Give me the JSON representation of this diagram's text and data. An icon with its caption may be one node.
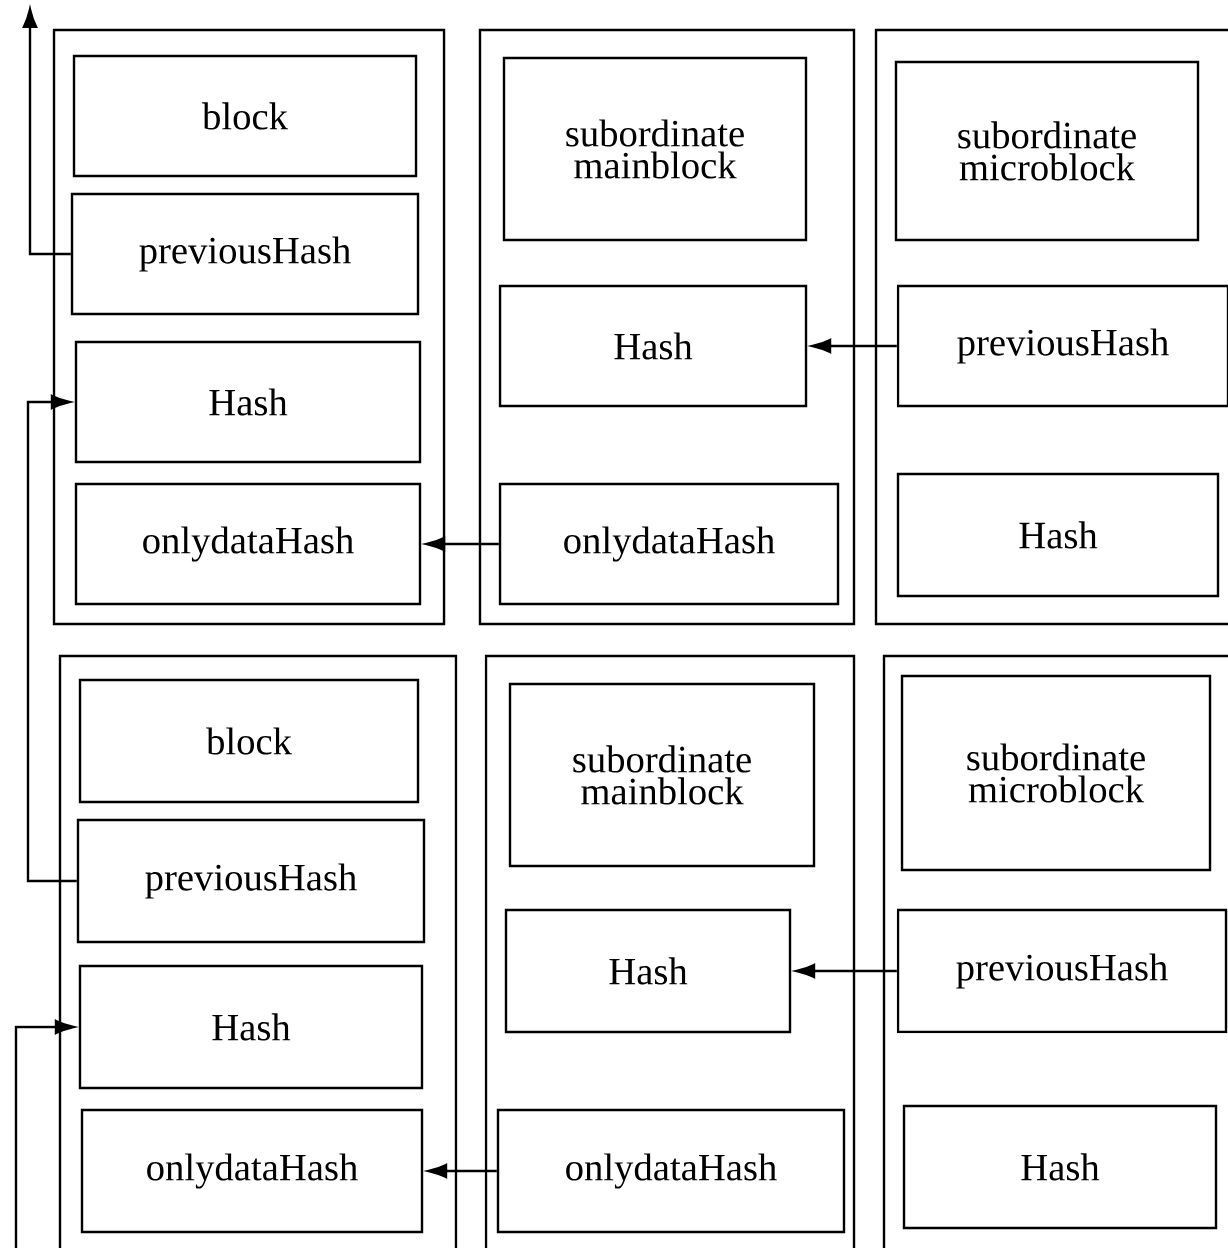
{
  "diagram": {
    "nodes": [
      {
        "text": [],
        "shape": "box"
      },
      {
        "text": [
          "block"
        ],
        "in": 0
      },
      {
        "text": [
          "previousHash"
        ],
        "in": 0
      },
      {
        "text": [
          "Hash"
        ],
        "in": 0
      },
      {
        "text": [
          "onlydataHash"
        ],
        "in": 0
      },
      {
        "text": [],
        "shape": "box"
      },
      {
        "text": [
          "subordinate mainblock"
        ],
        "in": 5
      },
      {
        "text": [
          "Hash"
        ],
        "in": 5
      },
      {
        "text": [
          "onlydataHash"
        ],
        "in": 5
      },
      {
        "text": [],
        "shape": "box"
      },
      {
        "text": [
          "subordinate microblock"
        ],
        "in": 9
      },
      {
        "text": [
          "previousHash"
        ],
        "in": 9
      },
      {
        "text": [
          "Hash"
        ],
        "in": 9
      },
      {
        "text": [],
        "shape": "box"
      },
      {
        "text": [
          "block"
        ],
        "in": 13
      },
      {
        "text": [
          "previousHash"
        ],
        "in": 13
      },
      {
        "text": [
          "Hash"
        ],
        "in": 13
      },
      {
        "text": [
          "onlydataHash"
        ],
        "in": 13
      },
      {
        "text": [],
        "shape": "box"
      },
      {
        "text": [
          "subordinate mainblock"
        ],
        "in": 18
      },
      {
        "text": [
          "Hash"
        ],
        "in": 18
      },
      {
        "text": [
          "onlydataHash"
        ],
        "in": 18
      },
      {
        "text": [],
        "shape": "box"
      },
      {
        "text": [
          "subordinate microblock"
        ],
        "in": 22
      },
      {
        "text": [
          "previousHash"
        ],
        "in": 22
      },
      {
        "text": [
          "Hash"
        ],
        "in": 22
      }
    ],
    "edges": [
      {
        "from": 2,
        "to": null,
        "arrow": "to"
      },
      {
        "from": 15,
        "to": 3,
        "arrow": "to"
      },
      {
        "from": null,
        "to": 16,
        "arrow": "to"
      },
      {
        "from": 8,
        "to": 4,
        "arrow": "to"
      },
      {
        "from": 11,
        "to": 7,
        "arrow": "to"
      },
      {
        "from": 21,
        "to": 17,
        "arrow": "to"
      },
      {
        "from": 24,
        "to": 20,
        "arrow": "to"
      }
    ]
  }
}
